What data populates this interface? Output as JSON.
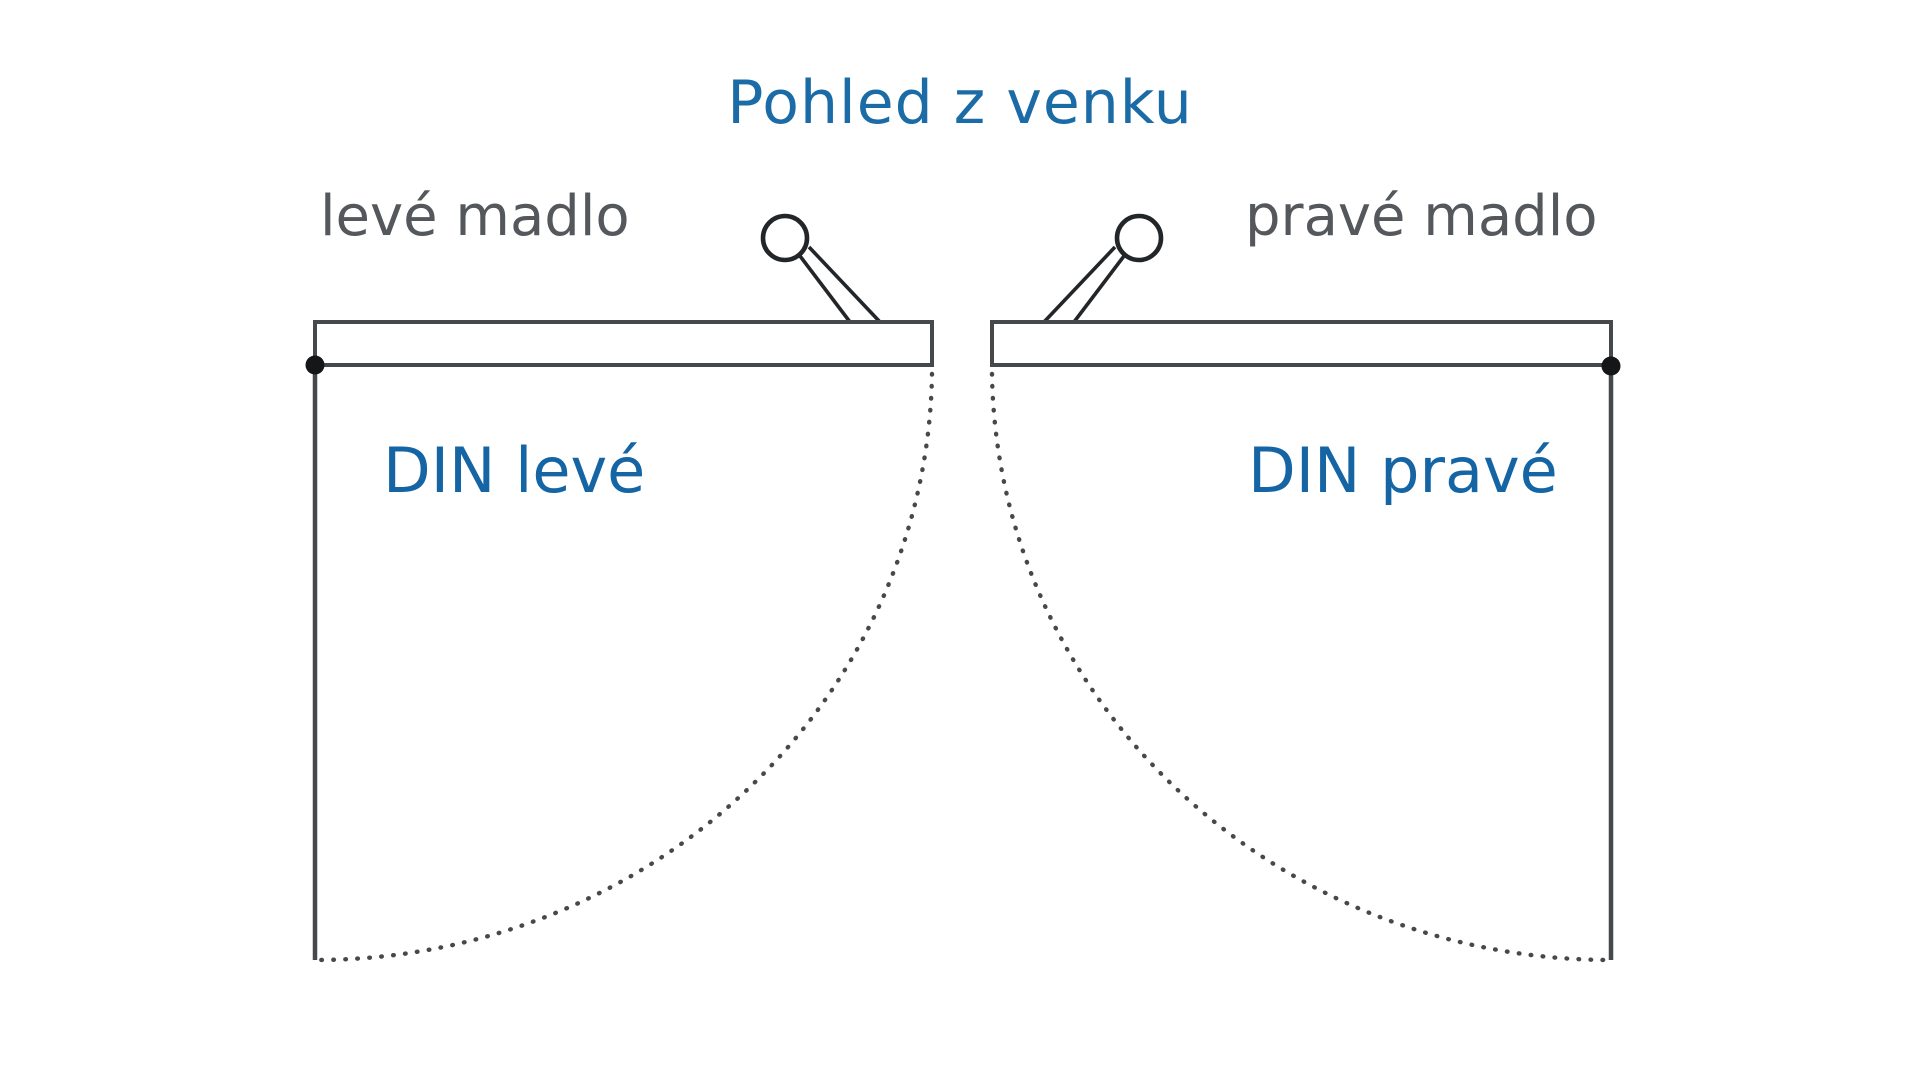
{
  "diagram": {
    "title": "Pohled z venku",
    "left_door": {
      "handle_label": "levé madlo",
      "din_label": "DIN levé"
    },
    "right_door": {
      "handle_label": "pravé madlo",
      "din_label": "DIN pravé"
    },
    "colors": {
      "title-blue": "#1a6ba6",
      "din-blue": "#1565a5",
      "label-gray": "#54585c",
      "line": "#46494c",
      "arc": "#46494c",
      "handle": "#232629",
      "hinge": "#151618",
      "bg": "#ffffff"
    }
  }
}
